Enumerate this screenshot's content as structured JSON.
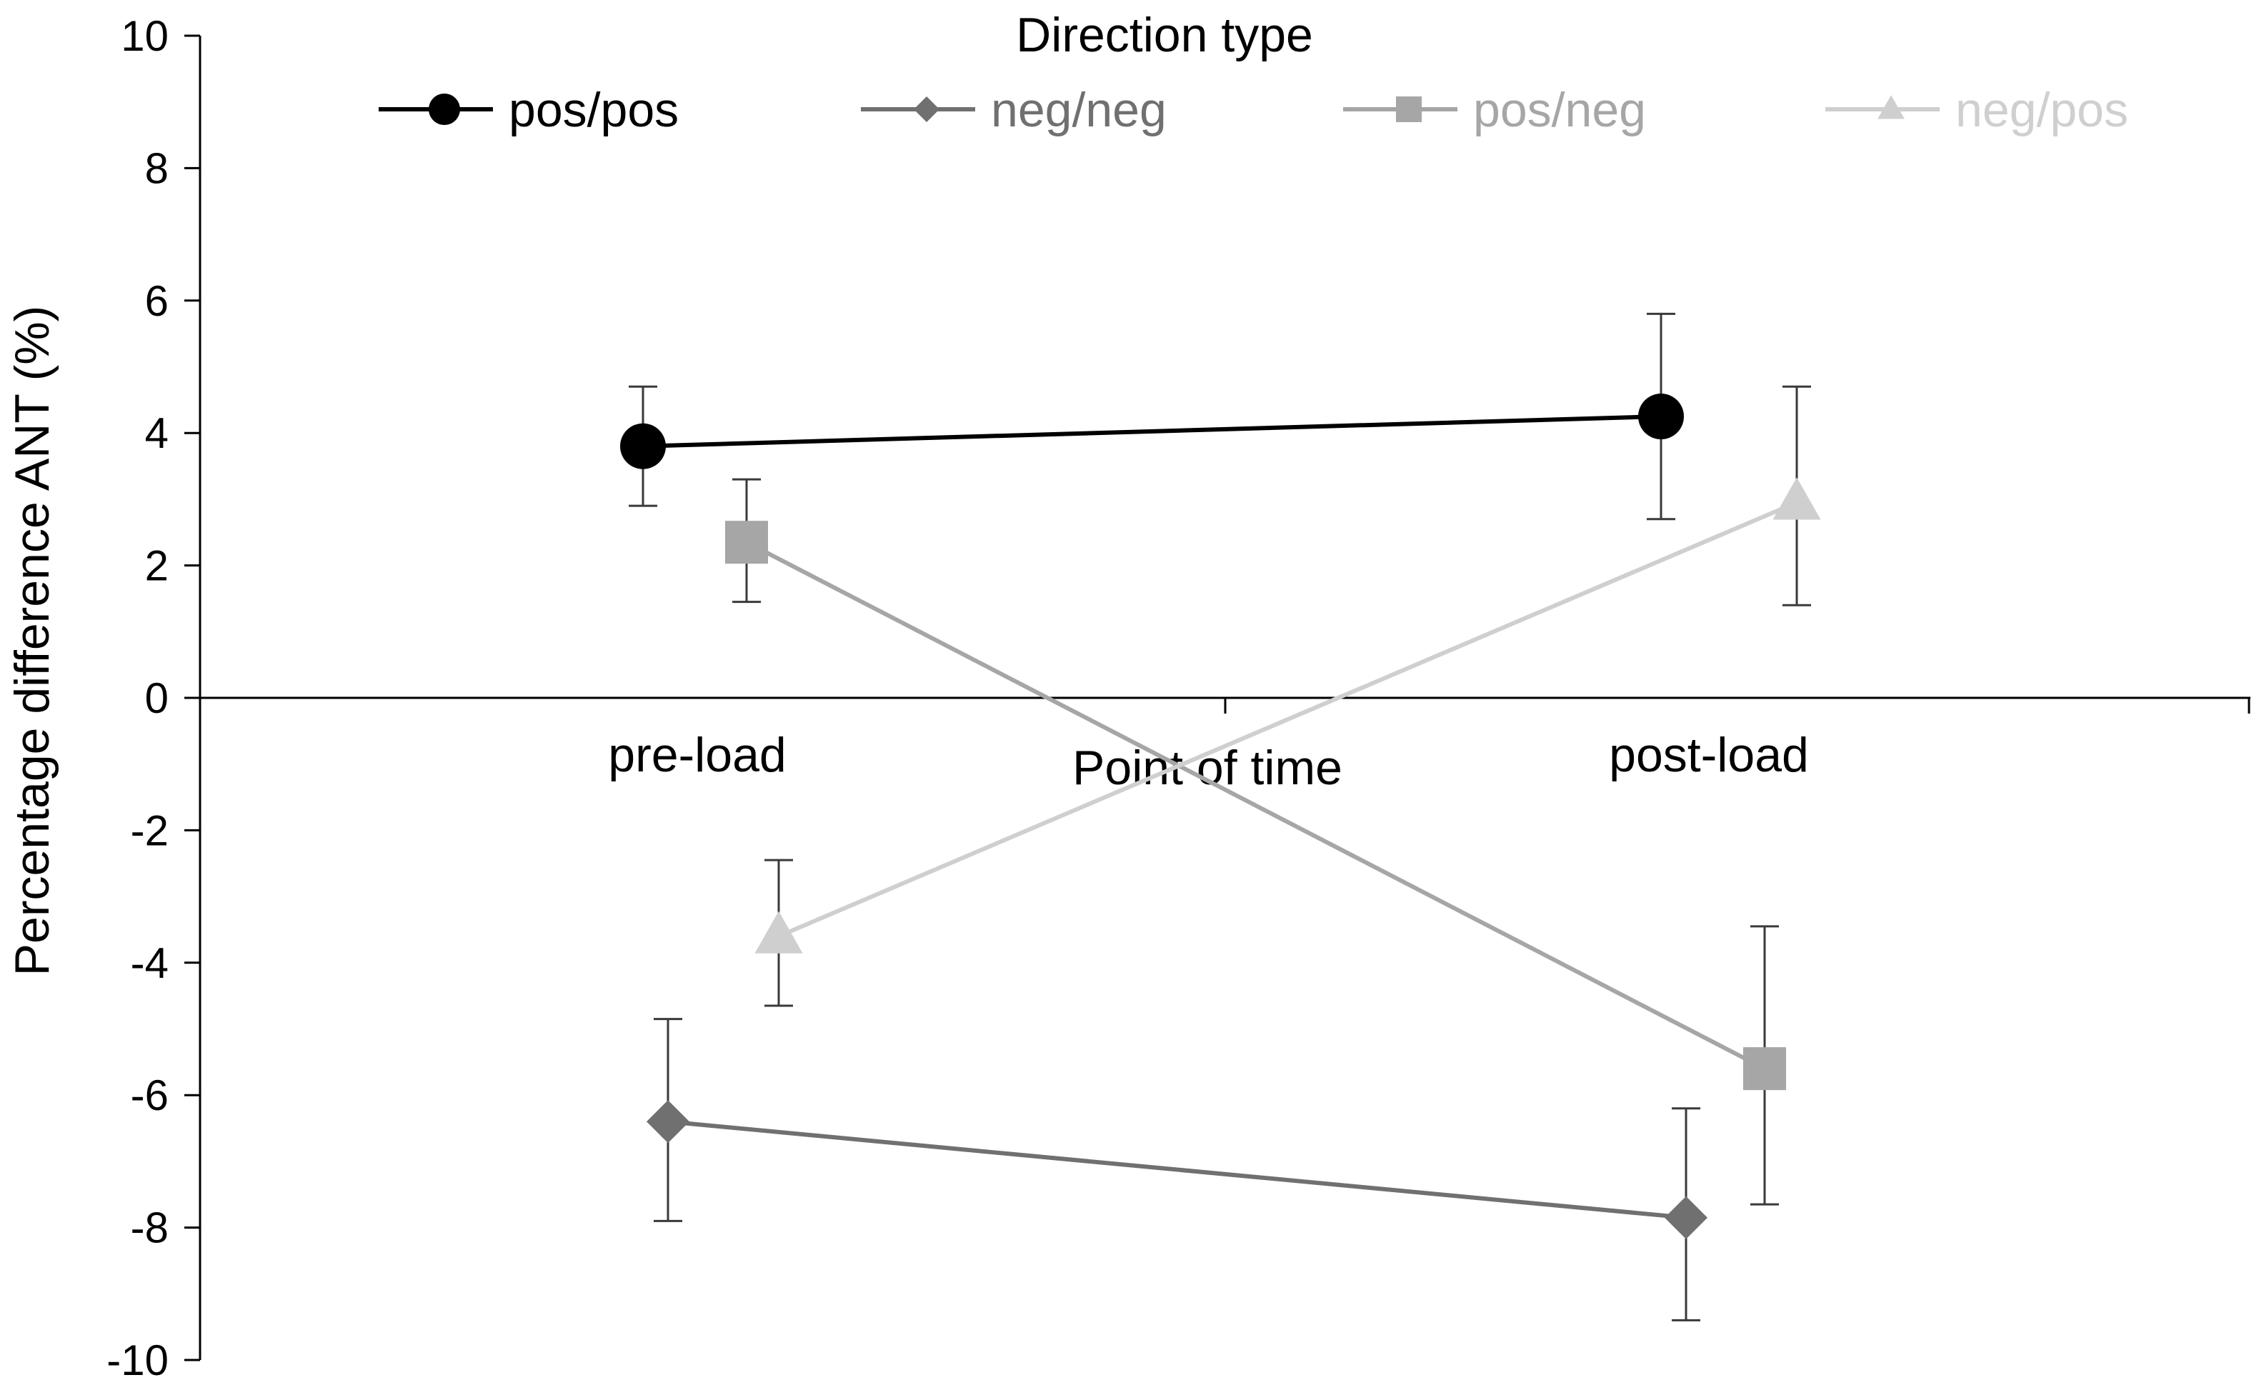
{
  "chart_data": {
    "type": "line",
    "legend_title": "Direction type",
    "legend_position": "top",
    "xlabel": "Point of time",
    "ylabel": "Percentage difference ANT (%)",
    "ylim": [
      -10,
      10
    ],
    "yticks": [
      -10,
      -8,
      -6,
      -4,
      -2,
      0,
      2,
      4,
      6,
      8,
      10
    ],
    "ytick_labels": [
      "-10",
      "-8",
      "-6",
      "-4",
      "-2",
      "0",
      "2",
      "4",
      "6",
      "8",
      "10"
    ],
    "categories": [
      "pre-load",
      "post-load"
    ],
    "grid": false,
    "series": [
      {
        "name": "pos/pos",
        "marker": "circle",
        "color": "#000000",
        "values": [
          3.8,
          4.25
        ],
        "error_low": [
          2.9,
          2.7
        ],
        "error_high": [
          4.7,
          5.8
        ]
      },
      {
        "name": "neg/neg",
        "marker": "diamond",
        "color": "#707070",
        "values": [
          -6.4,
          -7.85
        ],
        "error_low": [
          -7.9,
          -9.4
        ],
        "error_high": [
          -4.85,
          -6.2
        ]
      },
      {
        "name": "pos/neg",
        "marker": "square",
        "color": "#a6a6a6",
        "values": [
          2.35,
          -5.6
        ],
        "error_low": [
          1.45,
          -7.65
        ],
        "error_high": [
          3.3,
          -3.45
        ]
      },
      {
        "name": "neg/pos",
        "marker": "triangle",
        "color": "#cfcfcf",
        "values": [
          -3.6,
          2.95
        ],
        "error_low": [
          -4.65,
          1.4
        ],
        "error_high": [
          -2.45,
          4.7
        ]
      }
    ]
  }
}
